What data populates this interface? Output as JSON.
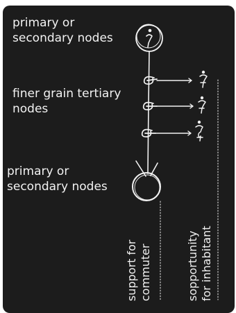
{
  "labels": {
    "top_node": [
      "primary or",
      "secondary nodes"
    ],
    "tertiary": [
      "finer grain tertiary",
      "nodes"
    ],
    "bottom_node": [
      "primary or",
      "secondary nodes"
    ],
    "support": [
      "support for",
      "commuter"
    ],
    "opportunity": [
      "sopportunity",
      "for inhabitant"
    ]
  },
  "colors": {
    "background": "#1c1c1c",
    "ink": "#f2f2f2",
    "frame": "#ffffff"
  },
  "icons": [
    "person-icon",
    "arrow-icon",
    "ring-node-icon"
  ]
}
